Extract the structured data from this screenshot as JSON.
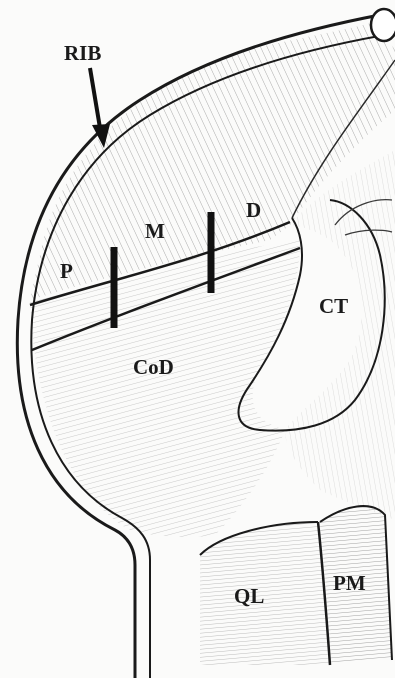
{
  "labels": {
    "rib": "RIB",
    "m": "M",
    "d": "D",
    "p": "P",
    "ct": "CT",
    "cod": "CoD",
    "ql": "QL",
    "pm": "PM"
  },
  "colors": {
    "ink": "#1a1a1a",
    "hatch": "#6d6d6d",
    "light_hatch": "#9a9a9a",
    "paper": "#fbfbfa"
  }
}
